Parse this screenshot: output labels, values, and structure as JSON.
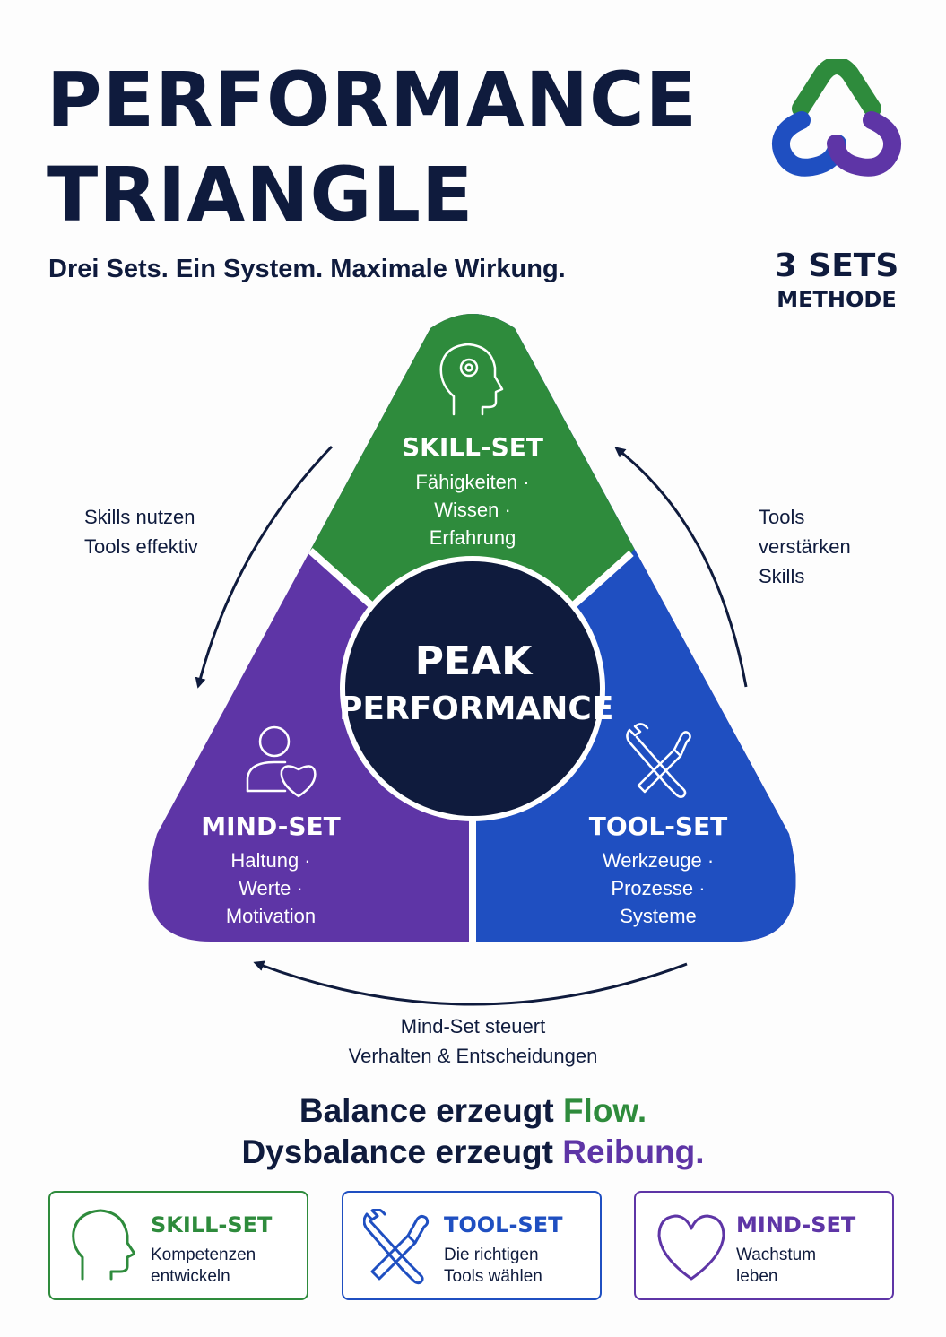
{
  "header": {
    "title_line1": "PERFORMANCE",
    "title_line2": "TRIANGLE",
    "subtitle": "Drei Sets. Ein System. Maximale Wirkung."
  },
  "logo": {
    "line1": "3 SETS",
    "line2": "METHODE",
    "icon": "three-interlocking-loops-icon"
  },
  "colors": {
    "navy": "#0f1b3d",
    "green": "#2e8b3c",
    "blue": "#1f4fc1",
    "purple": "#5e35a6"
  },
  "triangle": {
    "skill_set": {
      "title": "SKILL-SET",
      "lines": [
        "Fähigkeiten ·",
        "Wissen ·",
        "Erfahrung"
      ],
      "icon": "head-gear-icon"
    },
    "mind_set": {
      "title": "MIND-SET",
      "lines": [
        "Haltung ·",
        "Werte ·",
        "Motivation"
      ],
      "icon": "person-heart-icon"
    },
    "tool_set": {
      "title": "TOOL-SET",
      "lines": [
        "Werkzeuge ·",
        "Prozesse ·",
        "Systeme"
      ],
      "icon": "wrench-screwdriver-icon"
    },
    "center": {
      "line1": "PEAK",
      "line2": "PERFORMANCE"
    }
  },
  "arrows": {
    "left": [
      "Skills nutzen",
      "Tools effektiv"
    ],
    "right": [
      "Tools",
      "verstärken",
      "Skills"
    ],
    "bottom": [
      "Mind-Set steuert",
      "Verhalten & Entscheidungen"
    ]
  },
  "tagline": {
    "line1_prefix": "Balance erzeugt ",
    "line1_highlight": "Flow.",
    "line2_prefix": "Dysbalance erzeugt ",
    "line2_highlight": "Reibung."
  },
  "cards": [
    {
      "title": "SKILL-SET",
      "lines": [
        "Kompetenzen",
        "entwickeln"
      ],
      "icon": "head-icon"
    },
    {
      "title": "TOOL-SET",
      "lines": [
        "Die richtigen",
        "Tools wählen"
      ],
      "icon": "wrench-screwdriver-icon"
    },
    {
      "title": "MIND-SET",
      "lines": [
        "Wachstum",
        "leben"
      ],
      "icon": "heart-icon"
    }
  ]
}
